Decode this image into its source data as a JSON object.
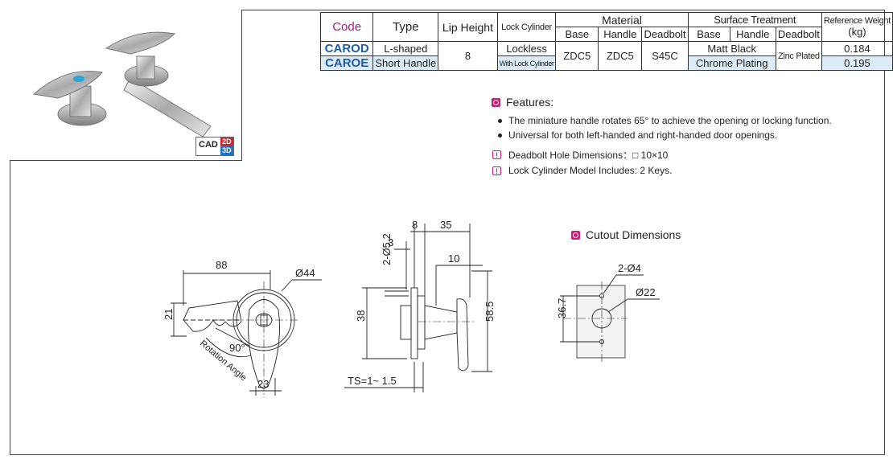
{
  "cad_badge": {
    "cad": "CAD",
    "d2": "2D",
    "d3": "3D"
  },
  "table": {
    "headers": {
      "code": "Code",
      "type": "Type",
      "lip_height": "Lip Height",
      "lock_cylinder": "Lock Cylinder",
      "material": "Material",
      "surface_treatment": "Surface Treatment",
      "reference_weight": "Reference Weight",
      "weight_unit": "(kg)",
      "material_sub": [
        "Base",
        "Handle",
        "Deadbolt"
      ],
      "surface_sub": [
        "Base",
        "Handle",
        "Deadbolt"
      ]
    },
    "rows": [
      {
        "code": "CAROD",
        "type": "L-shaped",
        "lock_cylinder": "Lockless",
        "surface_base_handle": "Matt Black",
        "weight": "0.184"
      },
      {
        "code": "CAROE",
        "type": "Short Handle",
        "lock_cylinder": "With Lock Cylinder",
        "surface_base_handle": "Chrome Plating",
        "weight": "0.195"
      }
    ],
    "shared": {
      "lip_height": "8",
      "mat_base": "ZDC5",
      "mat_handle": "ZDC5",
      "mat_deadbolt": "S45C",
      "surface_deadbolt": "Zinc Plated"
    }
  },
  "features": {
    "title": "Features:",
    "bullets": [
      "The miniature handle rotates 65° to achieve the opening or locking function.",
      "Universal for both left-handed and right-handed door openings."
    ],
    "notes": [
      "Deadbolt Hole Dimensions：□ 10×10",
      "Lock Cylinder Model Includes: 2 Keys."
    ]
  },
  "cutout": {
    "title": "Cutout Dimensions",
    "hole_label": "2-Ø4",
    "bore_label": "Ø22",
    "height_label": "36.7"
  },
  "front_view": {
    "width_label": "88",
    "dia_label": "Ø44",
    "height_label": "21",
    "angle_label": "90°",
    "rotation_label": "Rotation Angle",
    "bottom_label": "23"
  },
  "side_view": {
    "dim_8": "8",
    "dim_35": "35",
    "dim_3": "3",
    "dim_10": "10",
    "hole_label": "2-Ø5.2",
    "dim_38": "38",
    "dim_58_5": "58.5",
    "ts_label": "TS=1~ 1.5"
  },
  "colors": {
    "accent": "#c81d77",
    "code_blue": "#1d5ca8",
    "header_magenta": "#a21d7c",
    "row_tint": "#dcebf6"
  }
}
